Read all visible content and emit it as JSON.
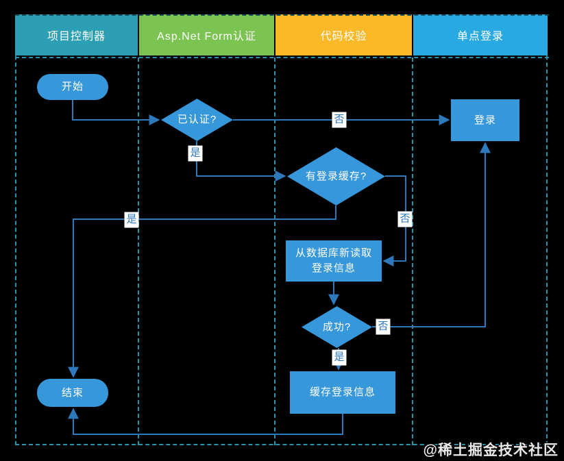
{
  "colors": {
    "background": "#000000",
    "lane_border": "#2A93AC",
    "node_fill": "#3797DB",
    "node_text": "#FFFFFF",
    "edge": "#2E78BC",
    "edge_label_text": "#2E75B6",
    "lane1": "#2D9FB4",
    "lane2": "#7CC452",
    "lane3": "#FBB827",
    "lane4": "#29A9E1"
  },
  "lanes": [
    {
      "label": "项目控制器",
      "color": "#2D9FB4"
    },
    {
      "label": "Asp.Net Form认证",
      "color": "#7CC452"
    },
    {
      "label": "代码校验",
      "color": "#FBB827"
    },
    {
      "label": "单点登录",
      "color": "#29A9E1"
    }
  ],
  "nodes": {
    "start": {
      "label": "开始"
    },
    "end": {
      "label": "结束"
    },
    "authenticated": {
      "label": "已认证?"
    },
    "login": {
      "label": "登录"
    },
    "has_cache": {
      "label": "有登录缓存?"
    },
    "read_db": {
      "line1": "从数据库新读取",
      "line2": "登录信息"
    },
    "success": {
      "label": "成功?"
    },
    "cache_info": {
      "label": "缓存登录信息"
    }
  },
  "edge_labels": {
    "auth_no": "否",
    "auth_yes": "是",
    "cache_no": "否",
    "cache_yes": "是",
    "success_no": "否",
    "success_yes": "是"
  },
  "watermark": "@稀土掘金技术社区"
}
